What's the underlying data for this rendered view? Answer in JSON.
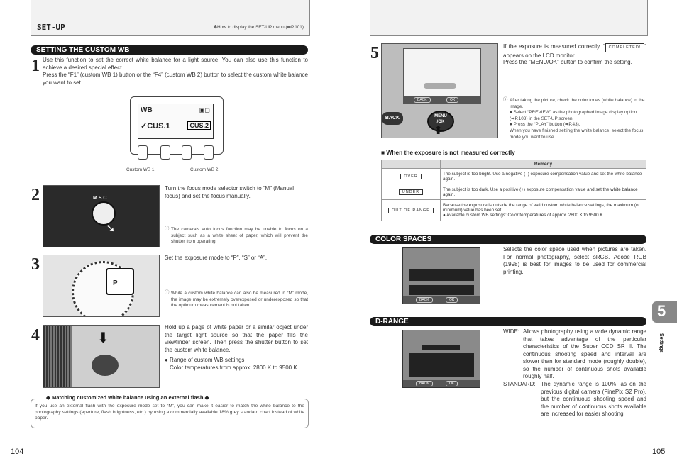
{
  "left": {
    "header": {
      "title": "SET-UP",
      "note": "✽How to display the SET-UP menu (➡P.101)"
    },
    "section_title": "SETTING THE CUSTOM WB",
    "step1": {
      "num": "1",
      "text": "Use this function to set the correct white balance for a light source. You can also use this function to achieve a desired special effect.\nPress the “F1” (custom WB 1) button or the “F4” (custom WB 2) button to select the custom white balance you want to set.",
      "lcd": {
        "wb": "WB",
        "cus1": "✓CUS.1",
        "cus2": "CUS.2"
      },
      "label1": "Custom WB 1",
      "label2": "Custom WB 2"
    },
    "step2": {
      "num": "2",
      "text": "Turn the focus mode selector switch to “M” (Manual focus) and set the focus manually.",
      "note": "The camera's auto focus function may be unable to focus on a subject such as a white sheet of paper, which will prevent the shutter from operating.",
      "photo_label": "M S C"
    },
    "step3": {
      "num": "3",
      "text": "Set the exposure mode to “P”, “S” or “A”.",
      "note": "While a custom white balance can also be measured in “M” mode, the image may be extremely overexposed or underexposed so that the optimum measurement is not taken.",
      "dial_label": "P"
    },
    "step4": {
      "num": "4",
      "text": "Hold up a page of white paper or a similar object under the target light source so that the paper fills the viewfinder screen. Then press the shutter button to set the custom white balance.",
      "bullet": "● Range of custom WB settings",
      "bullet_detail": "Color temperatures from approx. 2800 K to 9500 K"
    },
    "flash_box": {
      "title": "◆ Matching customized white balance using an external flash ◆",
      "text": "If you use an external flash with the exposure mode set to “M”, you can make it easier to match the white balance to the photography settings (aperture, flash brightness, etc.) by using a commercially available 18% grey standard chart instead of white paper."
    },
    "page_number": "104"
  },
  "right": {
    "step5": {
      "num": "5",
      "text1": "If the exposure is measured correctly, “",
      "tag": "COMPLETED!",
      "text2": "” appears on the LCD monitor.",
      "text3": "Press the “MENU/OK” button to confirm the setting.",
      "note": "After taking the picture, check the color tones (white balance) in the image.\n● Select “PREVIEW” as the photographed image display option (➡P.103) in the SET-UP screen.\n● Press the “PLAY” button (➡P.43).\nWhen you have finished setting the white balance, select the focus mode you want to use.",
      "back_label": "BACK",
      "menu_label": "MENU\n/OK",
      "lcd_back": "BACK",
      "lcd_ok": "OK"
    },
    "not_measured": {
      "title": "■ When the exposure is not measured correctly",
      "header": "Remedy",
      "rows": [
        {
          "tag": "OVER",
          "remedy": "The subject is too bright. Use a negative (–) exposure compensation value and set the white balance again."
        },
        {
          "tag": "UNDER",
          "remedy": "The subject is too dark. Use a positive (+) exposure compensation value and set the white balance again."
        },
        {
          "tag": "OUT OF RANGE",
          "remedy": "Because the exposure is outside the range of valid custom white balance settings, the maximum (or minimum) value has been set.\n● Available custom WB settings: Color temperatures of approx. 2800 K to 9500 K"
        }
      ]
    },
    "color_spaces": {
      "title": "COLOR SPACES",
      "text": "Selects the color space used when pictures are taken. For normal photography, select sRGB. Adobe RGB (1998) is best for images to be used for commercial printing.",
      "lcd_back": "BACK",
      "lcd_ok": "OK"
    },
    "d_range": {
      "title": "D-RANGE",
      "wide_label": "WIDE:",
      "wide_text": "Allows photography using a wide dynamic range that takes advantage of the particular characteristics of the Super CCD SR II. The continuous shooting speed and interval are slower than for standard mode (roughly double), so the number of continuous shots available roughly half.",
      "standard_label": "STANDARD:",
      "standard_text": "The dynamic range is 100%, as on the previous digital camera (FinePix S2 Pro), but the continuous shooting speed and the number of continuous shots available are increased for easier shooting.",
      "lcd_back": "BACK",
      "lcd_ok": "OK"
    },
    "chapter_tab": {
      "number": "5",
      "label": "Settings"
    },
    "page_number": "105"
  },
  "colors": {
    "pill_bg": "#1a1a1a",
    "tab_bg": "#888888",
    "photo_bg": "#d8d8d8"
  }
}
